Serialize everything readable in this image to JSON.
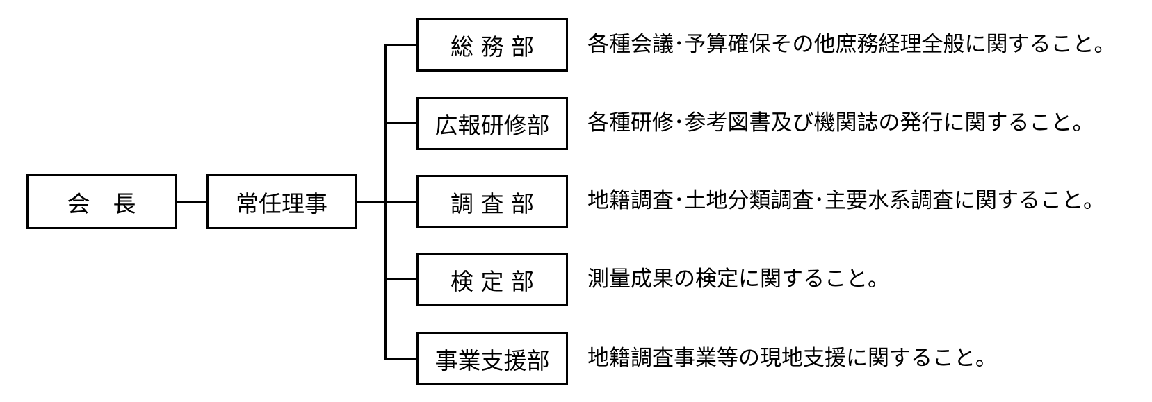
{
  "chairman": "会　長",
  "executive_director": "常任理事",
  "departments": [
    {
      "name": "総 務 部",
      "duties": "各種会議･予算確保その他庶務経理全般に関すること。"
    },
    {
      "name": "広報研修部",
      "duties": "各種研修･参考図書及び機関誌の発行に関すること。"
    },
    {
      "name": "調 査 部",
      "duties": "地籍調査･土地分類調査･主要水系調査に関すること。"
    },
    {
      "name": "検 定 部",
      "duties": "測量成果の検定に関すること。"
    },
    {
      "name": "事業支援部",
      "duties": "地籍調査事業等の現地支援に関すること。"
    }
  ]
}
